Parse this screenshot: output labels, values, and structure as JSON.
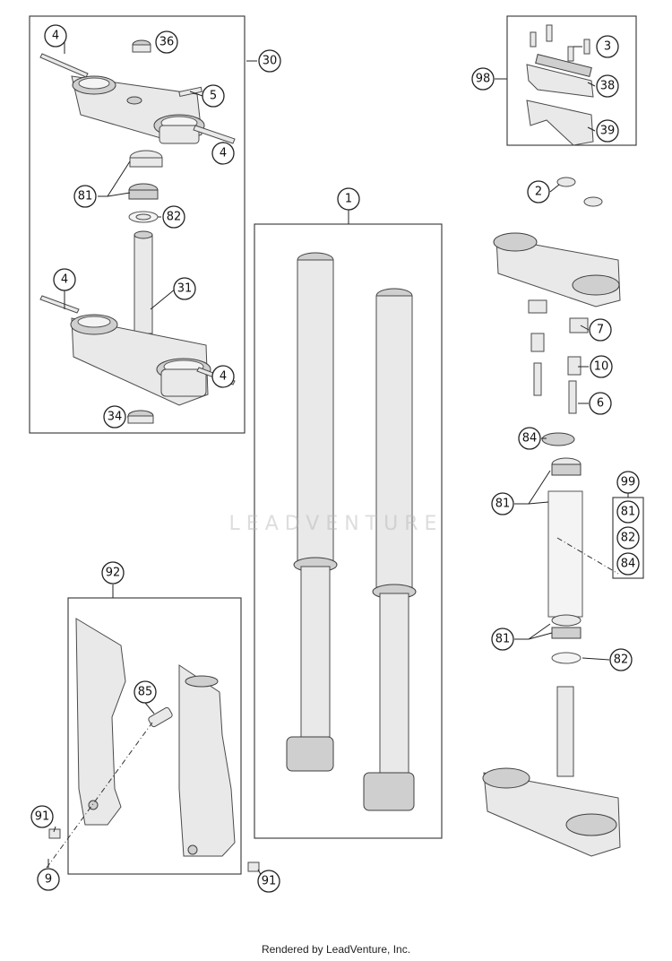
{
  "watermark": "LEADVENTURE",
  "footer": "Rendered by LeadVenture, Inc.",
  "callouts": {
    "c4a": "4",
    "c36": "36",
    "c30": "30",
    "c5": "5",
    "c4b": "4",
    "c81a": "81",
    "c82a": "82",
    "c4c": "4",
    "c31": "31",
    "c4d": "4",
    "c34": "34",
    "c1": "1",
    "c3": "3",
    "c98": "98",
    "c38": "38",
    "c39": "39",
    "c2": "2",
    "c7": "7",
    "c10": "10",
    "c6": "6",
    "c84a": "84",
    "c81b": "81",
    "c99": "99",
    "c81c": "81",
    "c82b": "82",
    "c84b": "84",
    "c81d": "81",
    "c82c": "82",
    "c92": "92",
    "c85": "85",
    "c91a": "91",
    "c9": "9",
    "c91b": "91"
  }
}
